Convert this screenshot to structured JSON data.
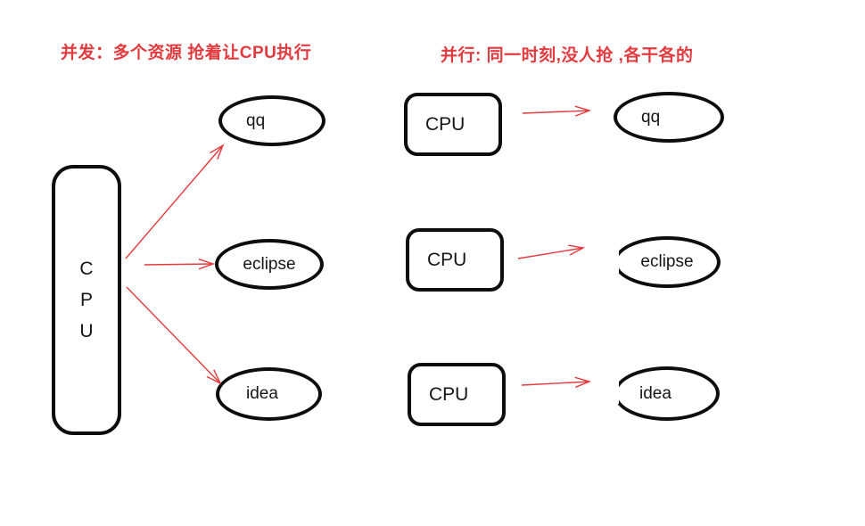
{
  "left": {
    "title": "并发：多个资源 抢着让CPU执行",
    "cpu_letters": [
      "C",
      "P",
      "U"
    ],
    "nodes": [
      "qq",
      "eclipse",
      "idea"
    ]
  },
  "right": {
    "title": "并行: 同一时刻,没人抢 ,各干各的",
    "rows": [
      {
        "cpu": "CPU",
        "node": "qq"
      },
      {
        "cpu": "CPU",
        "node": "eclipse"
      },
      {
        "cpu": "CPU",
        "node": "idea"
      }
    ]
  },
  "colors": {
    "accent_red": "#e23b3f",
    "stroke_black": "#0d0d0d"
  }
}
